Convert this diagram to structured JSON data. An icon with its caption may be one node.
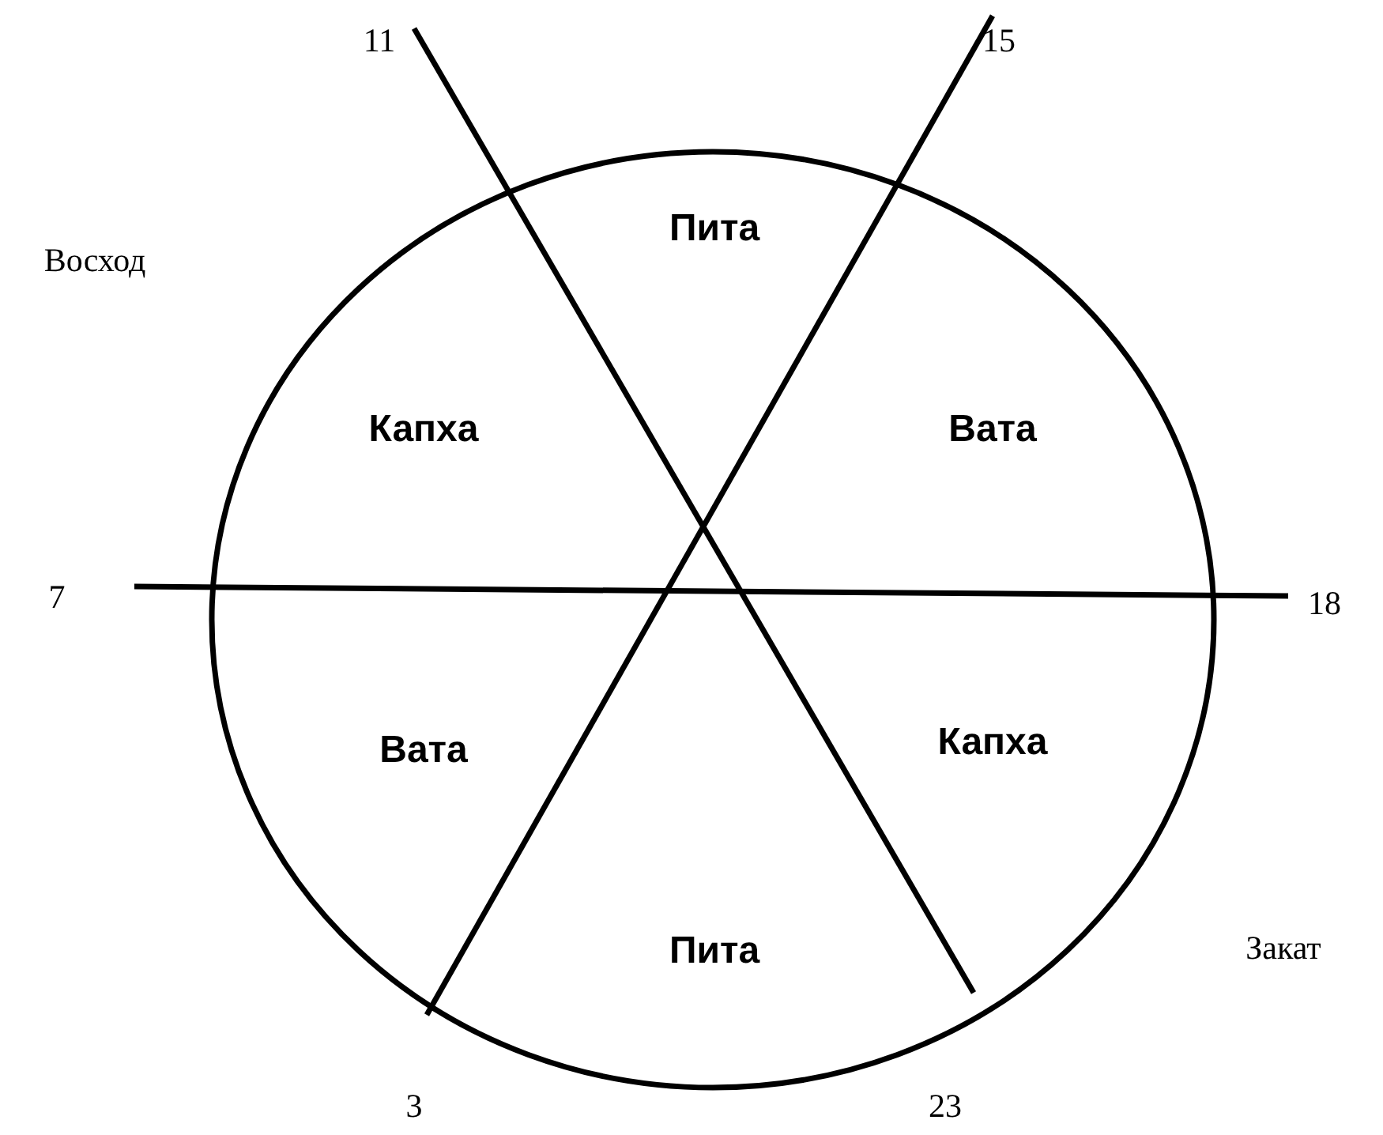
{
  "diagram": {
    "labels": [
      "11",
      "15",
      "Пита",
      "Восход",
      "Капха",
      "Вата",
      "7",
      "18",
      "Вата",
      "Капха",
      "Пита",
      "Закат",
      "3",
      "23"
    ]
  }
}
